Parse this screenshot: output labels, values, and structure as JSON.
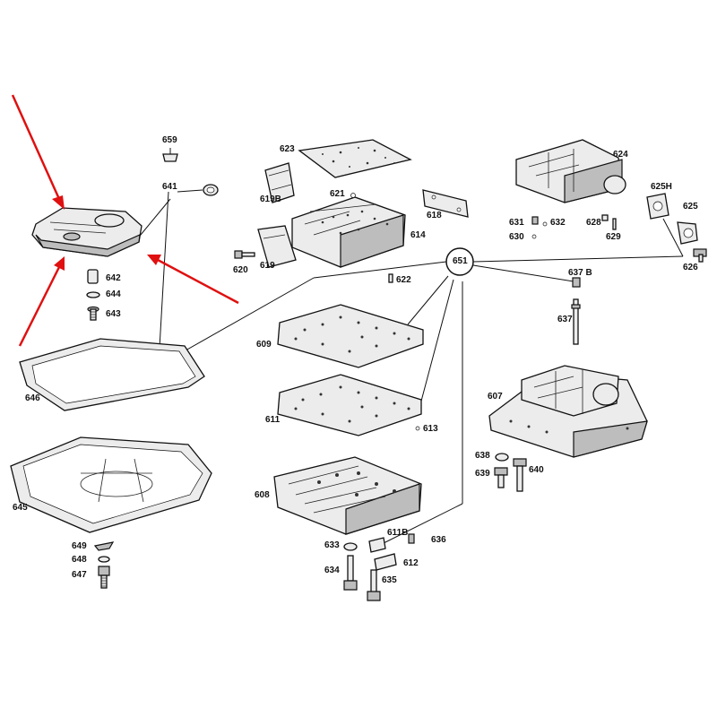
{
  "diagram": {
    "callouts": {
      "659": "659",
      "641": "641",
      "642": "642",
      "644": "644",
      "643": "643",
      "646": "646",
      "645": "645",
      "649": "649",
      "648": "648",
      "647": "647",
      "623": "623",
      "619B": "619B",
      "621": "621",
      "618": "618",
      "614": "614",
      "620": "620",
      "619": "619",
      "622": "622",
      "651": "651",
      "609": "609",
      "611": "611",
      "613": "613",
      "608": "608",
      "633": "633",
      "611B": "611B",
      "636": "636",
      "634": "634",
      "612": "612",
      "635": "635",
      "624": "624",
      "625H": "625H",
      "631": "631",
      "632": "632",
      "630": "630",
      "628": "628",
      "629": "629",
      "625": "625",
      "626": "626",
      "637B": "637 B",
      "637": "637",
      "607": "607",
      "638": "638",
      "639": "639",
      "640": "640"
    },
    "highlight_color": "#e01010",
    "line_color": "#111111"
  }
}
